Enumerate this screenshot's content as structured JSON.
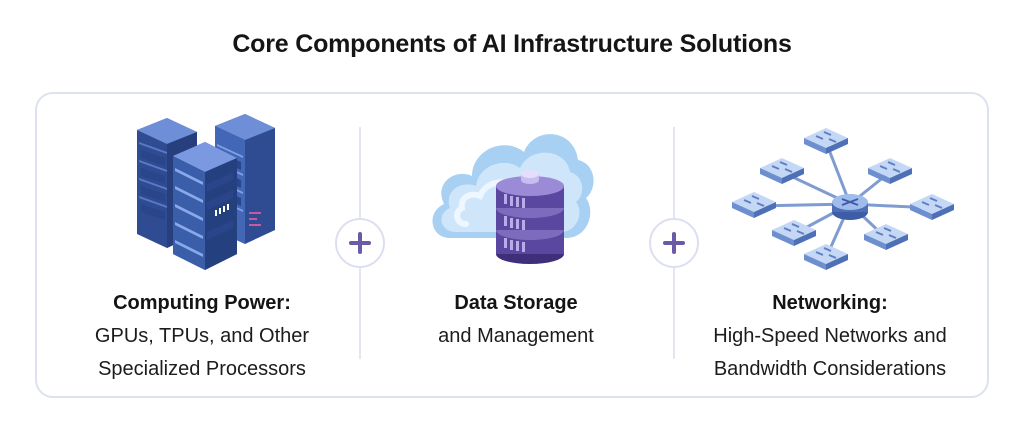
{
  "title": "Core Components of AI Infrastructure Solutions",
  "columns": [
    {
      "heading": "Computing Power:",
      "lines": [
        "GPUs, TPUs, and Other",
        "Specialized Processors"
      ],
      "icon": "server-racks-icon"
    },
    {
      "heading": "Data Storage",
      "lines": [
        "and Management"
      ],
      "icon": "cloud-database-icon"
    },
    {
      "heading": "Networking:",
      "lines": [
        "High-Speed Networks and",
        "Bandwidth Considerations"
      ],
      "icon": "network-hub-icon"
    }
  ],
  "colors": {
    "accent": "#6b5aa6",
    "border": "#dde1f0",
    "server_blue": "#3f63b0",
    "cloud_blue": "#a9d2f3",
    "database_purple": "#7b69b6",
    "switch_blue": "#8fb1e6"
  }
}
